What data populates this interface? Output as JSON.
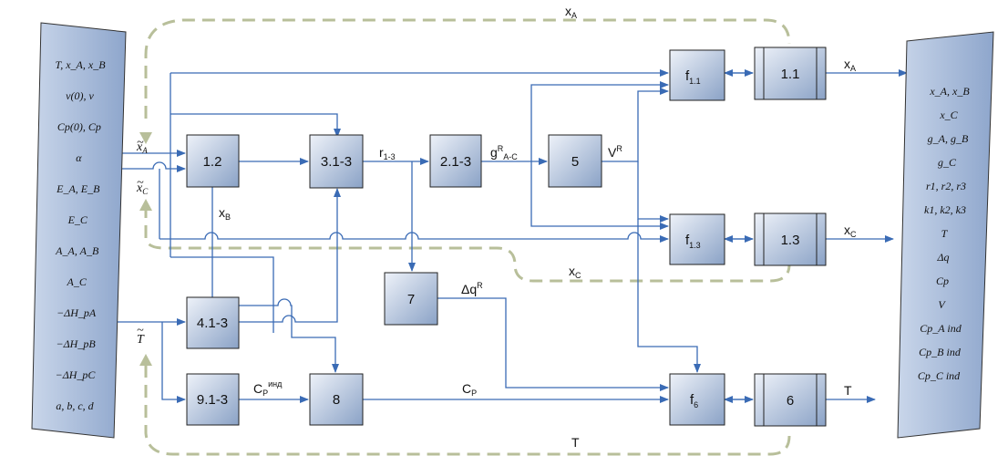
{
  "blocks": {
    "b1_2": "1.2",
    "b3_1_3": "3.1-3",
    "b2_1_3": "2.1-3",
    "b5": "5",
    "b4_1_3": "4.1-3",
    "b9_1_3": "9.1-3",
    "b8": "8",
    "b7": "7",
    "f11_main": "f",
    "f11_sub": "1.1",
    "f13_main": "f",
    "f13_sub": "1.3",
    "f6_main": "f",
    "f6_sub": "6",
    "s1_1": "1.1",
    "s1_3": "1.3",
    "s6": "6"
  },
  "labels": {
    "xA_top": "x",
    "xA_top_sub": "A",
    "xA_out": "x",
    "xA_out_sub": "A",
    "xC_out": "x",
    "xC_out_sub": "C",
    "xC_loop": "x",
    "xC_loop_sub": "C",
    "T_out": "T",
    "T_loop": "T",
    "xB": "x",
    "xB_sub": "B",
    "r13": "r",
    "r13_sub": "1-3",
    "g": "g",
    "g_sup": "R",
    "g_sub": "A-C",
    "V": "V",
    "V_sup": "R",
    "dq": "Δq",
    "dq_sup": "R",
    "Cp_ind": "C",
    "Cp_ind_sub": "P",
    "Cp_ind_sup": "инд",
    "Cp": "C",
    "Cp_sub": "P",
    "xA_in": "x",
    "xA_in_sub": "A",
    "xC_in": "x",
    "xC_in_sub": "C",
    "T_in": "T"
  },
  "left_panel": [
    "T, x_A, x_B",
    "ν(0), ν",
    "Cp(0), Cp",
    "α",
    "E_A, E_B",
    "E_C",
    "A_A, A_B",
    "A_C",
    "−ΔH_pA",
    "−ΔH_pB",
    "−ΔH_pC",
    "a, b, c, d"
  ],
  "right_panel": [
    "x_A, x_B",
    "x_C",
    "g_A, g_B",
    "g_C",
    "r1, r2, r3",
    "k1, k2, k3",
    "T",
    "Δq",
    "Cp",
    "V",
    "Cp_A ind",
    "Cp_B ind",
    "Cp_C ind"
  ],
  "colors": {
    "block_fill_top": "#e8eef7",
    "block_fill_bottom": "#8fa6c8",
    "line": "#3a6bb5",
    "loop": "#b8bf9a",
    "panel_fill": "#a7b9d6",
    "stroke": "#222222"
  }
}
